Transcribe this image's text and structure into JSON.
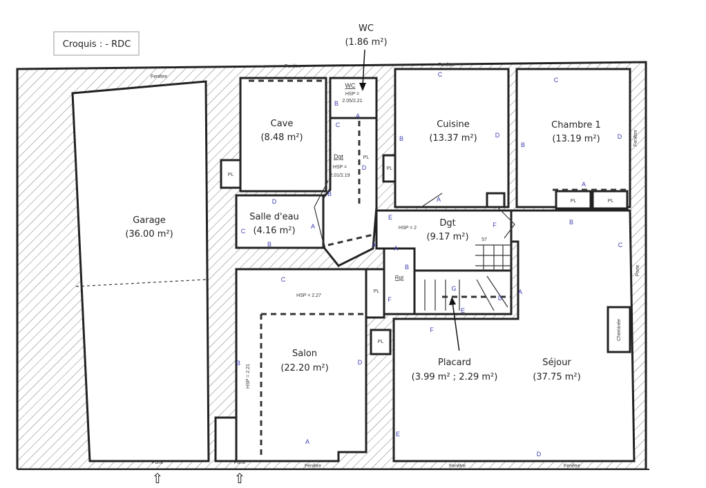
{
  "title": "Croquis : - RDC",
  "rooms": {
    "wc": {
      "name": "WC",
      "area": "(1.86 m²)",
      "plan_name": "WC",
      "hsp": "HSP =",
      "hsp_val": "2.05/2.21"
    },
    "cave": {
      "name": "Cave",
      "area": "(8.48 m²)"
    },
    "salle_eau": {
      "name": "Salle d'eau",
      "area": "(4.16 m²)"
    },
    "garage": {
      "name": "Garage",
      "area": "(36.00 m²)"
    },
    "cuisine": {
      "name": "Cuisine",
      "area": "(13.37 m²)"
    },
    "chambre1": {
      "name": "Chambre 1",
      "area": "(13.19 m²)"
    },
    "dgt": {
      "name": "Dgt",
      "area": "(9.17 m²)",
      "hsp": "HSP = 2"
    },
    "dgt_small": {
      "name": "Dgt",
      "hsp": "HSP =",
      "hsp_val": "2.01/2.19"
    },
    "rgt": {
      "name": "Rgt"
    },
    "salon": {
      "name": "Salon",
      "area": "(22.20 m²)",
      "hsp": "HSP = 2.27",
      "hsp2": "HSP = 2.21"
    },
    "placard": {
      "name": "Placard",
      "area": "(3.99 m² ; 2.29 m²)"
    },
    "sejour": {
      "name": "Séjour",
      "area": "(37.75 m²)"
    }
  },
  "small_labels": {
    "fenetre": "Fenêtre",
    "porte": "Porte",
    "pl": "PL",
    "cheminee": "Cheminée",
    "stair_mark": "57"
  },
  "letters": [
    "C",
    "C",
    "B",
    "A",
    "C",
    "B",
    "D",
    "B",
    "D",
    "D",
    "B",
    "D",
    "A",
    "C",
    "B",
    "A",
    "A",
    "B",
    "F",
    "E",
    "A",
    "B",
    "C",
    "C",
    "F",
    "G",
    "D",
    "A",
    "E",
    "F",
    "B",
    "D",
    "E",
    "A",
    "D",
    "a"
  ],
  "colors": {
    "letters": "#3b3bb0",
    "walls": "#222222",
    "background": "#ffffff"
  }
}
